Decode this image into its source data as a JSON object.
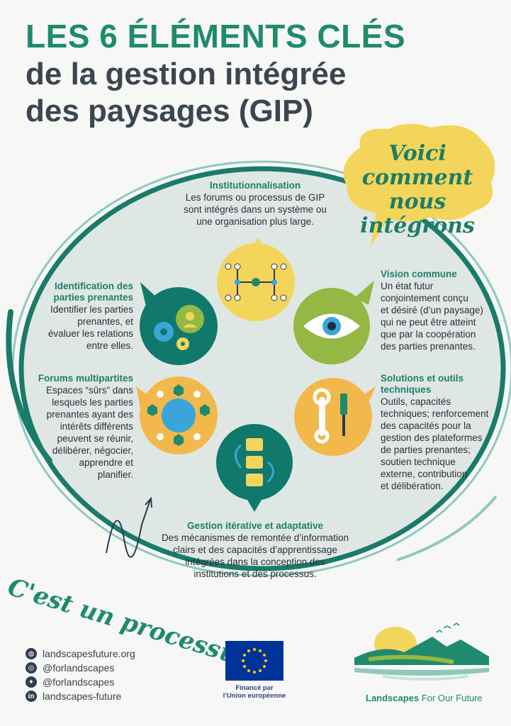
{
  "title": {
    "line1": "LES 6 ÉLÉMENTS CLÉS",
    "line2": "de la gestion intégrée",
    "line3": "des paysages (GIP)"
  },
  "speech_bubble": {
    "line1": "Voici comment",
    "line2": "nous intégrons"
  },
  "process_label": "C'est un processus",
  "sections": {
    "institutionnalisation": {
      "title": "Institutionnalisation",
      "lines": [
        "Les forums ou processus de GIP",
        "sont intégrés dans un système ou",
        "une organisation plus large."
      ]
    },
    "vision": {
      "title": "Vision commune",
      "lines": [
        "Un état futur",
        "conjointement conçu",
        "et désiré (d’un paysage)",
        "qui ne peut être atteint",
        "que par la coopération",
        "des parties prenantes."
      ]
    },
    "solutions": {
      "title_lines": [
        "Solutions et outils",
        "techniques"
      ],
      "lines": [
        "Outils, capacités",
        "techniques; renforcement",
        "des capacités pour la",
        "gestion des plateformes",
        "de parties prenantes;",
        "soutien technique",
        "externe, contribution",
        "et délibération."
      ]
    },
    "gestion": {
      "title": "Gestion itérative et adaptative",
      "lines": [
        "Des mécanismes de remontée d’information",
        "clairs et des capacités d’apprentissage",
        "intégrées dans la conception des",
        "institutions et des processus."
      ]
    },
    "forums": {
      "title": "Forums multipartites",
      "lines": [
        "Espaces “sûrs” dans",
        "lesquels les parties",
        "prenantes ayant des",
        "intérêts différents",
        "peuvent se réunir,",
        "délibérer, négocier,",
        "apprendre et",
        "planifier."
      ]
    },
    "identification": {
      "title_lines": [
        "Identification des",
        "parties prenantes"
      ],
      "lines": [
        "Identifier les parties",
        "prenantes, et",
        "évaluer les relations",
        "entre elles."
      ]
    }
  },
  "footer": {
    "website": "landscapesfuture.org",
    "instagram": "@forlandscapes",
    "twitter": "@forlandscapes",
    "linkedin": "landscapes-future",
    "eu_caption_line1": "Financé par",
    "eu_caption_line2": "l’Union européenne",
    "brand_strong": "Landscapes",
    "brand_rest": " For Our Future"
  },
  "icons": {
    "institutionnalisation": "network-icon",
    "vision": "eye-icon",
    "solutions": "tools-icon",
    "gestion": "iteration-icon",
    "forums": "meeting-icon",
    "identification": "gears-person-icon"
  },
  "colors": {
    "green": "#1f8a6d",
    "teal": "#11796c",
    "yellow": "#f3d55b",
    "orange": "#f2b84b",
    "lime": "#95b844",
    "ellipse": "#dfe7e5",
    "eu_blue": "#003399"
  }
}
